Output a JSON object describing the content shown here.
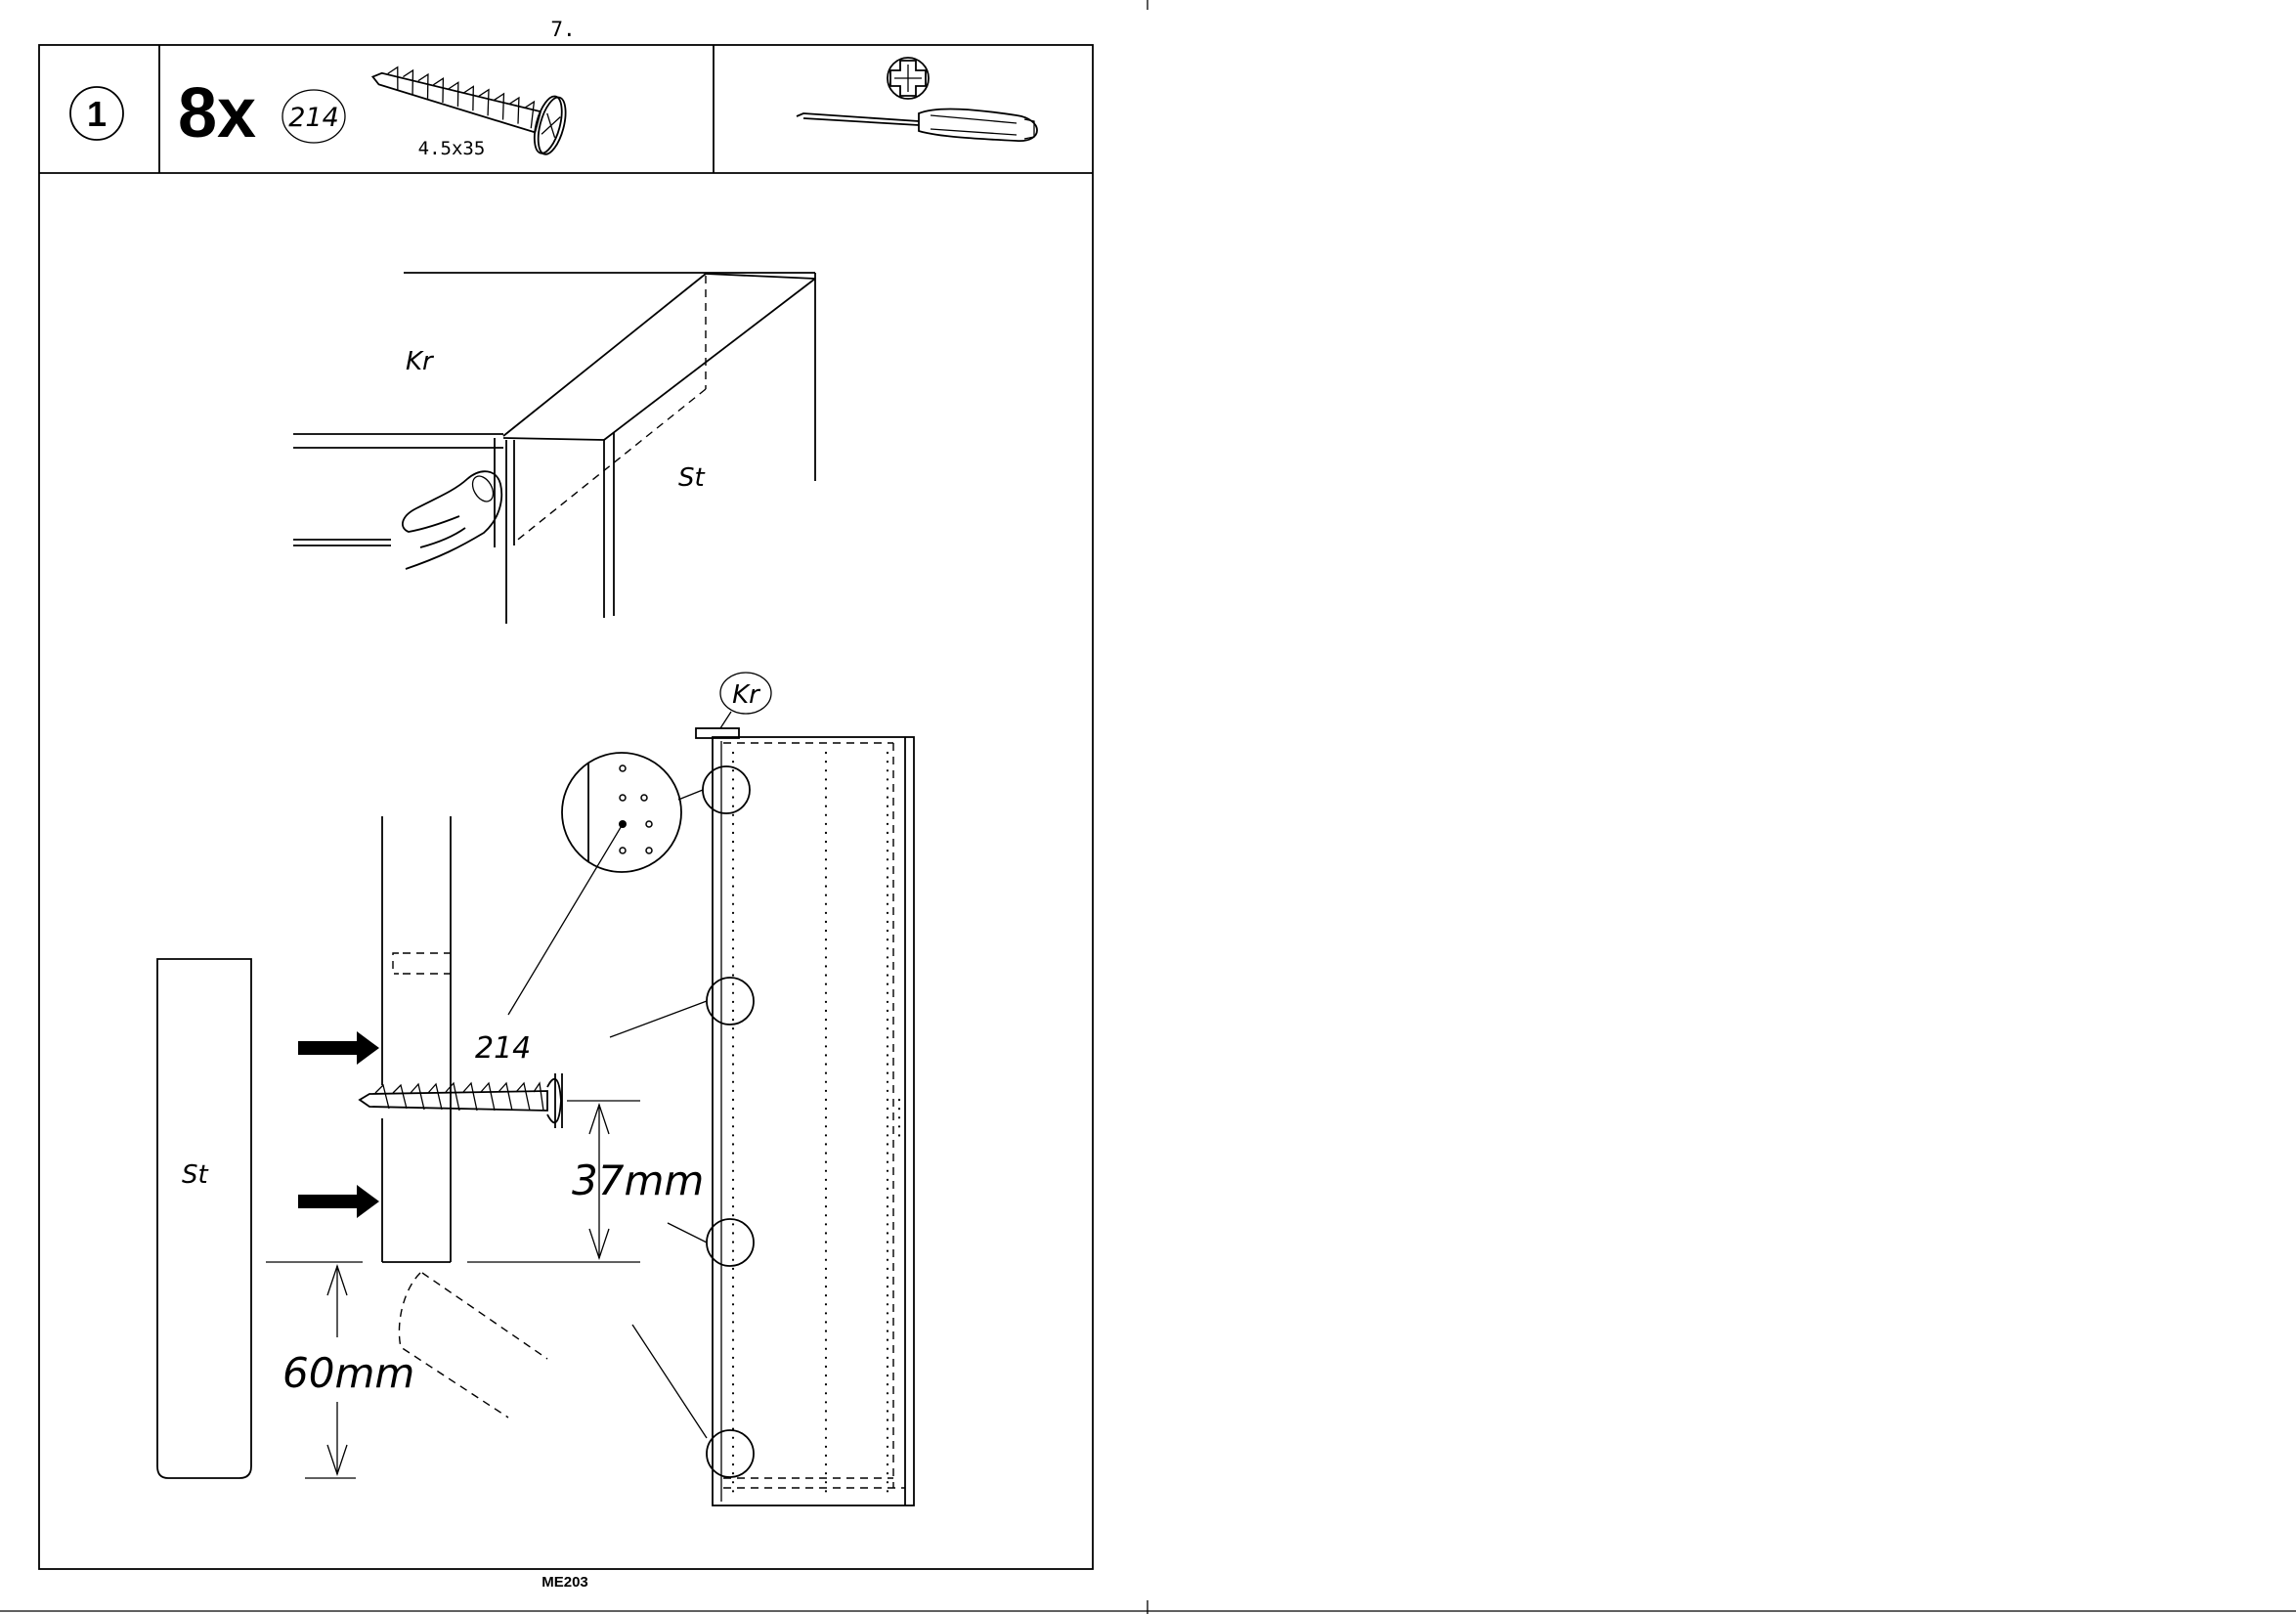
{
  "page": {
    "page_number": "7.",
    "footer_code": "ME203"
  },
  "step": {
    "number": "1",
    "quantity": "8x",
    "part_number": "214",
    "screw_size": "4.5x35"
  },
  "tool": {
    "icon": "phillips-screwdriver-icon",
    "bit_icon": "phillips-cross-icon"
  },
  "labels": {
    "top_part": "Kr",
    "side_part": "St",
    "circle_part": "Kr",
    "callout_part": "214",
    "left_panel": "St",
    "dimension_screw": "37mm",
    "dimension_edge": "60mm"
  },
  "colors": {
    "ink": "#000000",
    "paper": "#ffffff"
  }
}
